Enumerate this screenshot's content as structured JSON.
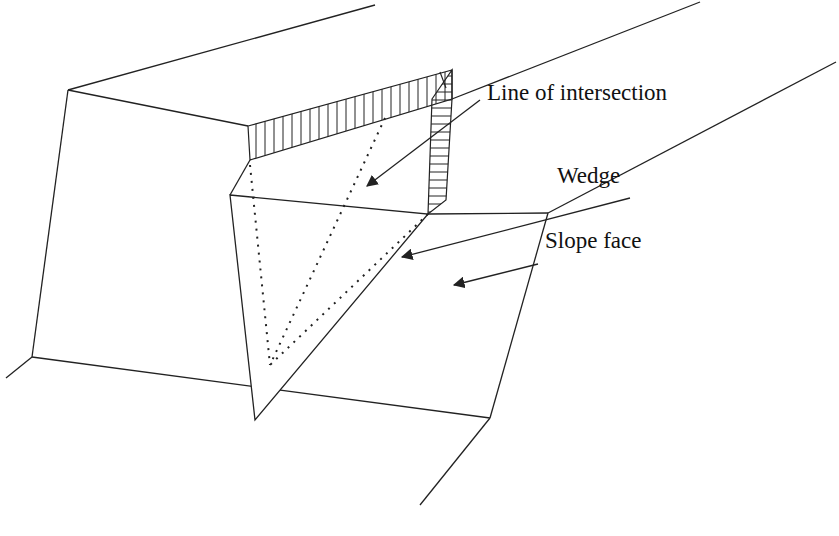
{
  "diagram": {
    "labels": [
      "Line of intersection",
      "Wedge",
      "Slope face"
    ]
  }
}
